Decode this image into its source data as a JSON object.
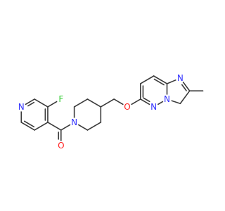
{
  "colors": {
    "background": "#ffffff",
    "bond": "#3a3a3a",
    "carbon": "#3a3a3a",
    "nitrogen": "#3333ff",
    "oxygen": "#ff2020",
    "fluorine": "#33cc33"
  },
  "structure": {
    "atom_labels": {
      "pyridine_n": "N",
      "fluorine": "F",
      "carbonyl_o": "O",
      "piperidine_n": "N",
      "ether_o": "O",
      "imidazole_n": "N",
      "pyridazine_n": "N",
      "bridgehead_n": "N"
    }
  }
}
